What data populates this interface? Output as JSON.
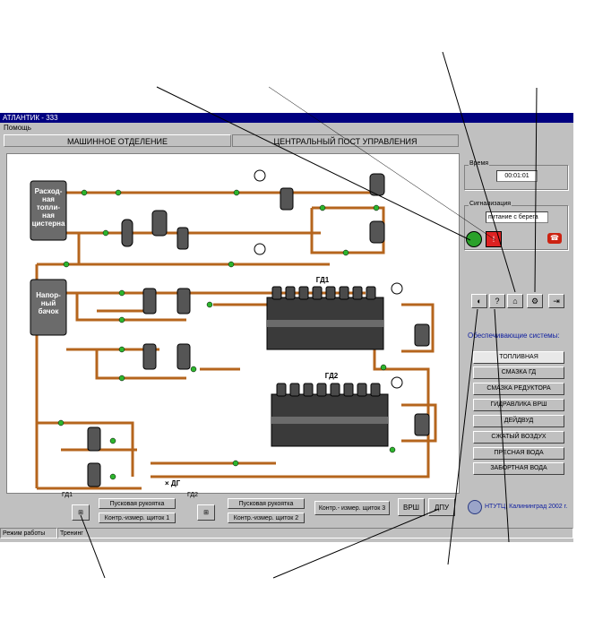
{
  "window": {
    "title": "АТЛАНТИК - 333"
  },
  "menu": {
    "help": "Помощь"
  },
  "tabs": [
    {
      "label": "МАШИННОЕ ОТДЕЛЕНИЕ"
    },
    {
      "label": "ЦЕНТРАЛЬНЫЙ ПОСТ УПРАВЛЕНИЯ"
    }
  ],
  "diagram": {
    "tank1": [
      "Расход-",
      "ная",
      "топли-",
      "ная",
      "цистерна"
    ],
    "tank2": [
      "Напор-",
      "ный",
      "бачок"
    ],
    "engine1": "ГД1",
    "engine2": "ГД2",
    "dg": "× ДГ"
  },
  "right": {
    "time_label": "Время",
    "time_value": "00:01:01",
    "signal_label": "Сигнализация",
    "signal_value": "питание с берега",
    "systems_title": "Обеспечивающие системы:",
    "systems": [
      "ТОПЛИВНАЯ",
      "СМАЗКА ГД",
      "СМАЗКА РЕДУКТОРА",
      "ГИДРАВЛИКА ВРШ",
      "ДЕЙДВУД",
      "СЖАТЫЙ ВОЗДУХ",
      "ПРЕСНАЯ ВОДА",
      "ЗАБОРТНАЯ ВОДА"
    ],
    "footer": "НТУТЦ, Калининград   2002 г."
  },
  "bottom": {
    "gd1_label": "ГД1",
    "gd2_label": "ГД2",
    "start_handle_1": "Пусковая рукоятка",
    "panel_1": "Контр.-измер. щиток 1",
    "start_handle_2": "Пусковая рукоятка",
    "panel_2": "Контр.-измер. щиток 2",
    "panel_3": "Контр.- измер. щиток 3",
    "vrsh": "ВРШ",
    "du": "ДПУ"
  },
  "status": {
    "mode_label": "Режим работы",
    "mode_value": "Тренинг"
  },
  "colors": {
    "pipe": "#b5651d",
    "title_bar": "#000080",
    "valve": "#2db52d",
    "engine": "#404040"
  }
}
